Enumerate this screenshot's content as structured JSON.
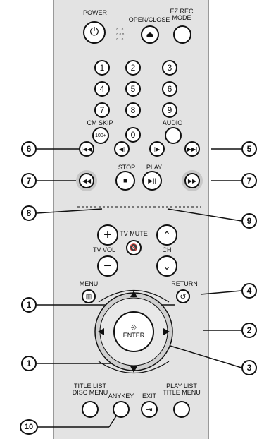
{
  "labels": {
    "power": "POWER",
    "open_close": "OPEN/CLOSE",
    "ez_rec_mode": "EZ REC\nMODE",
    "cm_skip": "CM SKIP",
    "audio": "AUDIO",
    "stop": "STOP",
    "play": "PLAY",
    "tv_mute": "TV MUTE",
    "tv_vol": "TV VOL",
    "ch": "CH",
    "menu": "MENU",
    "return": "RETURN",
    "enter": "ENTER",
    "title_list_disc_menu": "TITLE LIST\nDISC MENU",
    "anykey": "ANYKEY",
    "exit": "EXIT",
    "play_list_title_menu": "PLAY LIST\nTITLE MENU"
  },
  "number_keys": [
    "1",
    "2",
    "3",
    "4",
    "5",
    "6",
    "7",
    "8",
    "9",
    "0"
  ],
  "skip100_label": "100+",
  "callouts": {
    "c1a": "1",
    "c2": "2",
    "c3": "3",
    "c4": "4",
    "c5": "5",
    "c6": "6",
    "c7a": "7",
    "c7b": "7",
    "c8": "8",
    "c9": "9",
    "c1b": "1",
    "c10": "10"
  },
  "icons": [
    "power-icon",
    "eject-icon",
    "skip-back-icon",
    "step-back-icon",
    "step-forward-icon",
    "skip-forward-icon",
    "rewind-icon",
    "stop-icon",
    "play-pause-icon",
    "fast-forward-icon",
    "plus-icon",
    "minus-icon",
    "mute-icon",
    "up-chevron-icon",
    "down-chevron-icon",
    "menu-icon",
    "return-icon",
    "arrow-up-icon",
    "arrow-down-icon",
    "arrow-left-icon",
    "arrow-right-icon",
    "enter-icon",
    "exit-icon"
  ],
  "colors": {
    "remote_body": "#e6e6e6",
    "panel": "#d9d9d9",
    "outline": "#111111"
  }
}
